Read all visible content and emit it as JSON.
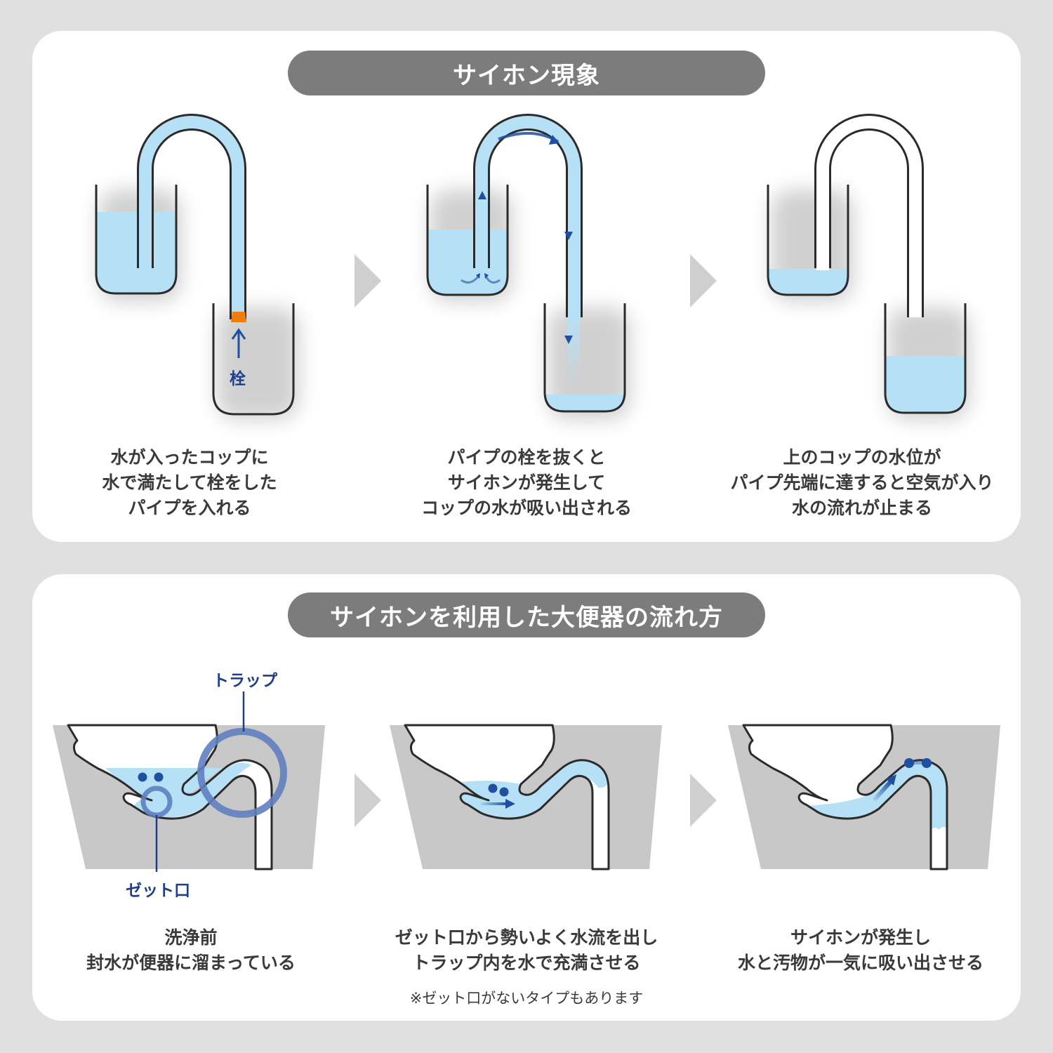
{
  "section1": {
    "title": "サイホン現象",
    "steps": [
      {
        "caption": [
          "水が入ったコップに",
          "水で満たして栓をした",
          "パイプを入れる"
        ],
        "label": "栓"
      },
      {
        "caption": [
          "パイプの栓を抜くと",
          "サイホンが発生して",
          "コップの水が吸い出される"
        ]
      },
      {
        "caption": [
          "上のコップの水位が",
          "パイプ先端に達すると空気が入り",
          "水の流れが止まる"
        ]
      }
    ]
  },
  "section2": {
    "title": "サイホンを利用した大便器の流れ方",
    "labels": {
      "trap": "トラップ",
      "jet": "ゼット口"
    },
    "steps": [
      {
        "caption": [
          "洗浄前",
          "封水が便器に溜まっている"
        ]
      },
      {
        "caption": [
          "ゼット口から勢いよく水流を出し",
          "トラップ内を水で充満させる"
        ],
        "note": "※ゼット口がないタイプもあります"
      },
      {
        "caption": [
          "サイホンが発生し",
          "水と汚物が一気に吸い出させる"
        ]
      }
    ]
  },
  "colors": {
    "water": "#b5e0f5",
    "arrow": "#1f4fa0",
    "outline": "#2b2b2b",
    "plug": "#f07d0a",
    "pill": "#7c7c7c",
    "toilet_body": "#c8c8c8",
    "highlight_ring": "#5f7fbf"
  },
  "icons": {
    "step_arrow": "chevron-right-icon",
    "flow_arrow": "arrow-icon"
  }
}
